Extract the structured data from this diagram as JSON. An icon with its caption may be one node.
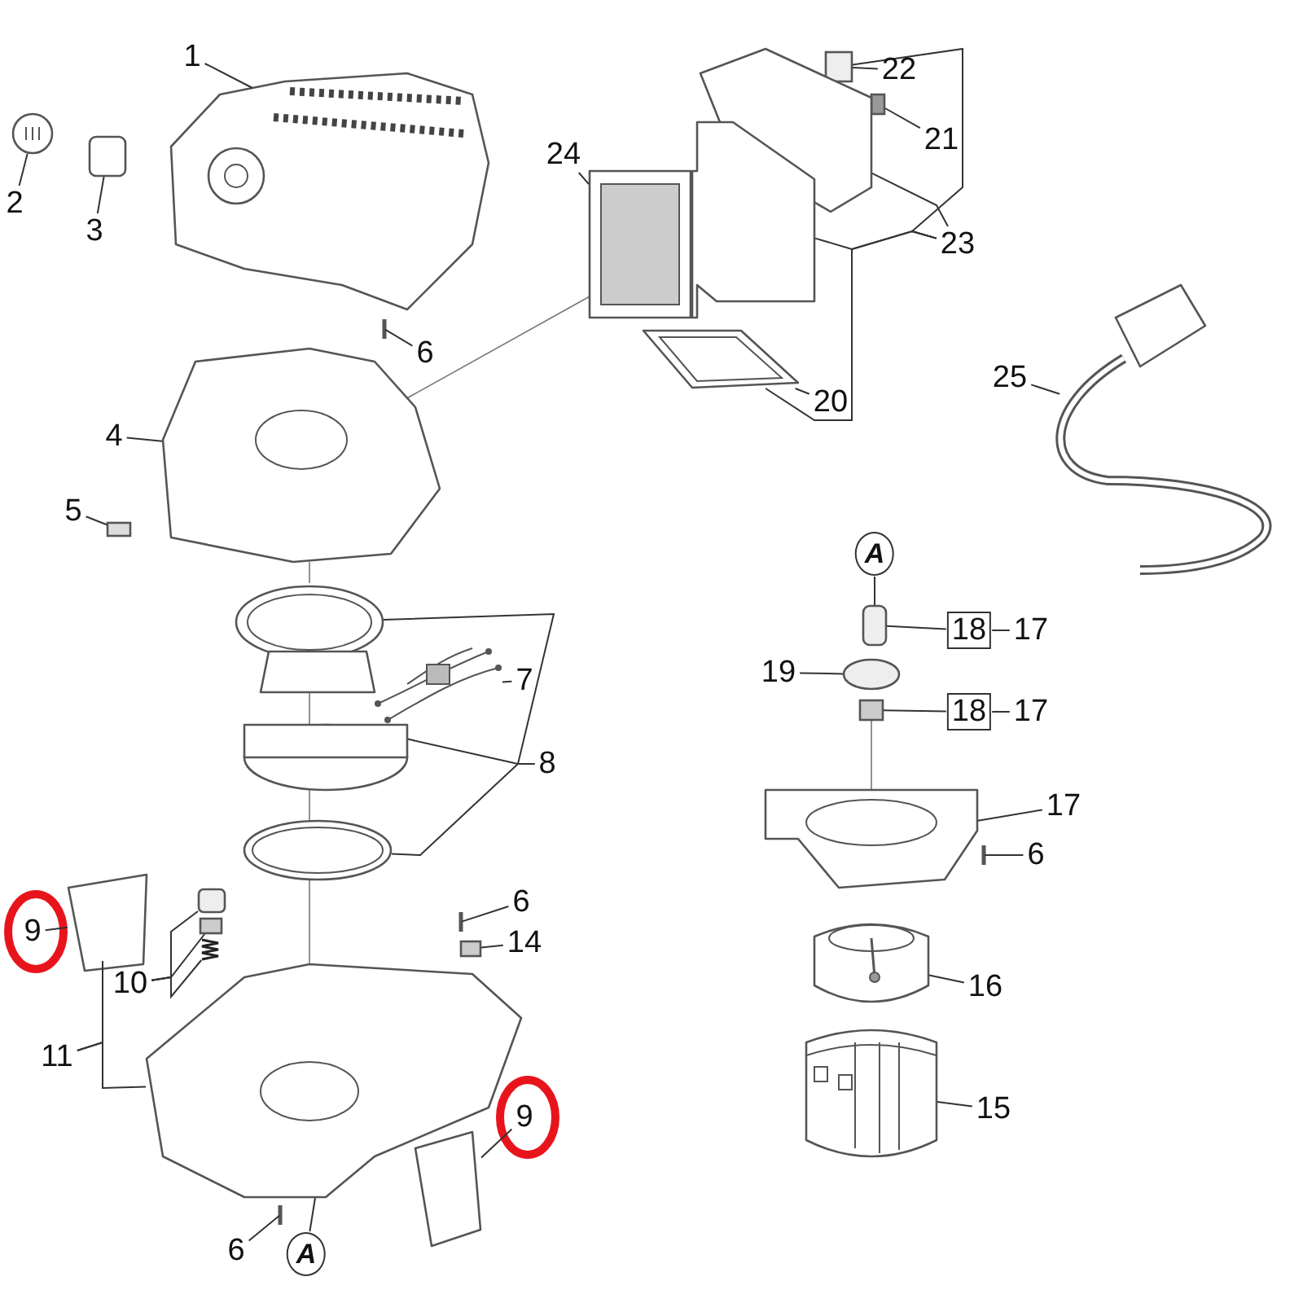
{
  "diagram": {
    "nodes": [
      {
        "text": [
          "1"
        ]
      },
      {
        "text": [
          "22"
        ]
      },
      {
        "text": [
          "2"
        ]
      },
      {
        "text": [
          "3"
        ]
      },
      {
        "text": [
          "21"
        ]
      },
      {
        "text": [
          "24"
        ]
      },
      {
        "text": [
          "23"
        ]
      },
      {
        "text": [
          "6"
        ]
      },
      {
        "text": [
          "25"
        ]
      },
      {
        "text": [
          "20"
        ]
      },
      {
        "text": [
          "4"
        ]
      },
      {
        "text": [
          "5"
        ]
      },
      {
        "text": [
          "A"
        ]
      },
      {
        "text": [
          "18"
        ]
      },
      {
        "text": [
          "17"
        ]
      },
      {
        "text": [
          "19"
        ]
      },
      {
        "text": [
          "7"
        ]
      },
      {
        "text": [
          "18"
        ]
      },
      {
        "text": [
          "17"
        ]
      },
      {
        "text": [
          "8"
        ]
      },
      {
        "text": [
          "17"
        ]
      },
      {
        "text": [
          "6"
        ]
      },
      {
        "text": [
          "9"
        ]
      },
      {
        "text": [
          "6"
        ]
      },
      {
        "text": [
          "14"
        ]
      },
      {
        "text": [
          "10"
        ]
      },
      {
        "text": [
          "16"
        ]
      },
      {
        "text": [
          "11"
        ]
      },
      {
        "text": [
          "15"
        ]
      },
      {
        "text": [
          "9"
        ]
      },
      {
        "text": [
          "6"
        ]
      },
      {
        "text": [
          "A"
        ]
      },
      {
        "text": [],
        "shape": "picture"
      },
      {
        "text": [],
        "shape": "picture"
      },
      {
        "text": [],
        "shape": "box"
      },
      {
        "text": [],
        "shape": "box"
      },
      {
        "text": [],
        "shape": "box"
      },
      {
        "text": [],
        "shape": "picture"
      },
      {
        "text": [],
        "shape": "picture"
      },
      {
        "text": [],
        "shape": "picture"
      },
      {
        "text": [],
        "shape": "picture"
      },
      {
        "text": [],
        "shape": "picture"
      },
      {
        "text": [],
        "shape": "picture"
      },
      {
        "text": [],
        "shape": "picture"
      },
      {
        "text": [],
        "shape": "box"
      },
      {
        "text": [],
        "shape": "box"
      },
      {
        "text": [],
        "shape": "circle"
      },
      {
        "text": [],
        "shape": "box"
      },
      {
        "text": [],
        "shape": "picture"
      },
      {
        "text": [],
        "shape": "picture"
      },
      {
        "text": [],
        "shape": "picture"
      },
      {
        "text": [],
        "shape": "picture"
      },
      {
        "text": [],
        "shape": "picture"
      },
      {
        "text": [],
        "shape": "picture"
      },
      {
        "text": [],
        "shape": "picture"
      },
      {
        "text": [],
        "shape": "picture"
      },
      {
        "text": [],
        "shape": "box"
      },
      {
        "text": [],
        "shape": "box"
      },
      {
        "text": [],
        "shape": "box"
      },
      {
        "text": [],
        "shape": "picture"
      },
      {
        "text": [],
        "shape": "picture"
      },
      {
        "text": [],
        "shape": "picture"
      },
      {
        "text": [],
        "shape": "picture"
      },
      {
        "text": [],
        "shape": "picture"
      },
      {
        "text": [],
        "shape": "picture"
      }
    ],
    "edges": [
      {
        "from": 0,
        "to": 32,
        "arrow": "none"
      },
      {
        "from": 1,
        "to": 35,
        "arrow": "none"
      },
      {
        "from": 2,
        "to": 33,
        "arrow": "none"
      },
      {
        "from": 3,
        "to": 34,
        "arrow": "none"
      },
      {
        "from": 4,
        "to": 36,
        "arrow": "none"
      },
      {
        "from": 5,
        "to": 37,
        "arrow": "none"
      },
      {
        "from": 6,
        "to": 35,
        "arrow": "none"
      },
      {
        "from": 6,
        "to": 38,
        "arrow": "none"
      },
      {
        "from": 6,
        "to": 39,
        "arrow": "none"
      },
      {
        "from": 6,
        "to": 40,
        "arrow": "none"
      },
      {
        "from": 7,
        "to": 41,
        "arrow": "none"
      },
      {
        "from": 8,
        "to": 42,
        "arrow": "none"
      },
      {
        "from": 9,
        "to": 40,
        "arrow": "none"
      },
      {
        "from": 10,
        "to": 43,
        "arrow": "none"
      },
      {
        "from": 11,
        "to": 44,
        "arrow": "none"
      },
      {
        "from": 12,
        "to": 45,
        "arrow": "none"
      },
      {
        "from": 14,
        "to": 13,
        "arrow": "none"
      },
      {
        "from": 13,
        "to": 45,
        "arrow": "none"
      },
      {
        "from": 15,
        "to": 46,
        "arrow": "none"
      },
      {
        "from": 16,
        "to": 48,
        "arrow": "none"
      },
      {
        "from": 18,
        "to": 17,
        "arrow": "none"
      },
      {
        "from": 17,
        "to": 47,
        "arrow": "none"
      },
      {
        "from": 19,
        "to": 49,
        "arrow": "none"
      },
      {
        "from": 19,
        "to": 50,
        "arrow": "none"
      },
      {
        "from": 19,
        "to": 51,
        "arrow": "none"
      },
      {
        "from": 20,
        "to": 52,
        "arrow": "none"
      },
      {
        "from": 21,
        "to": 53,
        "arrow": "none"
      },
      {
        "from": 22,
        "to": 54,
        "arrow": "none"
      },
      {
        "from": 23,
        "to": 55,
        "arrow": "none"
      },
      {
        "from": 24,
        "to": 56,
        "arrow": "none"
      },
      {
        "from": 25,
        "to": 57,
        "arrow": "none"
      },
      {
        "from": 25,
        "to": 58,
        "arrow": "none"
      },
      {
        "from": 25,
        "to": 59,
        "arrow": "none"
      },
      {
        "from": 26,
        "to": 60,
        "arrow": "none"
      },
      {
        "from": 27,
        "to": 54,
        "arrow": "none"
      },
      {
        "from": 27,
        "to": 61,
        "arrow": "none"
      },
      {
        "from": 28,
        "to": 62,
        "arrow": "none"
      },
      {
        "from": 29,
        "to": 63,
        "arrow": "none"
      },
      {
        "from": 30,
        "to": 64,
        "arrow": "none"
      },
      {
        "from": 31,
        "to": 61,
        "arrow": "none"
      }
    ]
  }
}
